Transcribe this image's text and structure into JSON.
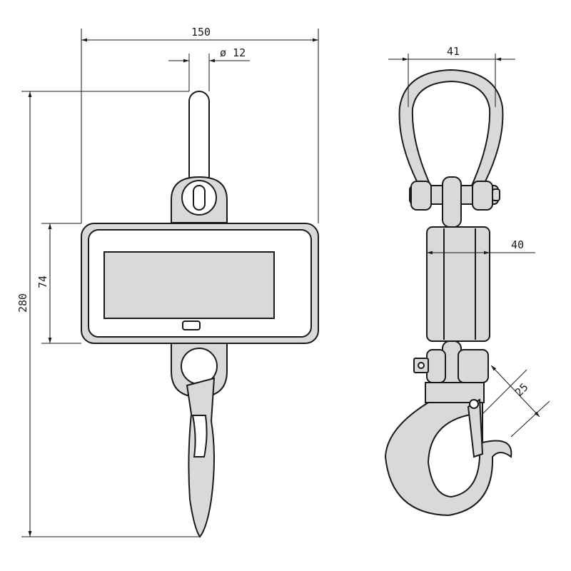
{
  "dimensions": {
    "width": "150",
    "pin_diameter": "ø 12",
    "height_total": "280",
    "display_height": "74",
    "shackle_width": "41",
    "body_depth": "40",
    "hook_opening": "25"
  }
}
